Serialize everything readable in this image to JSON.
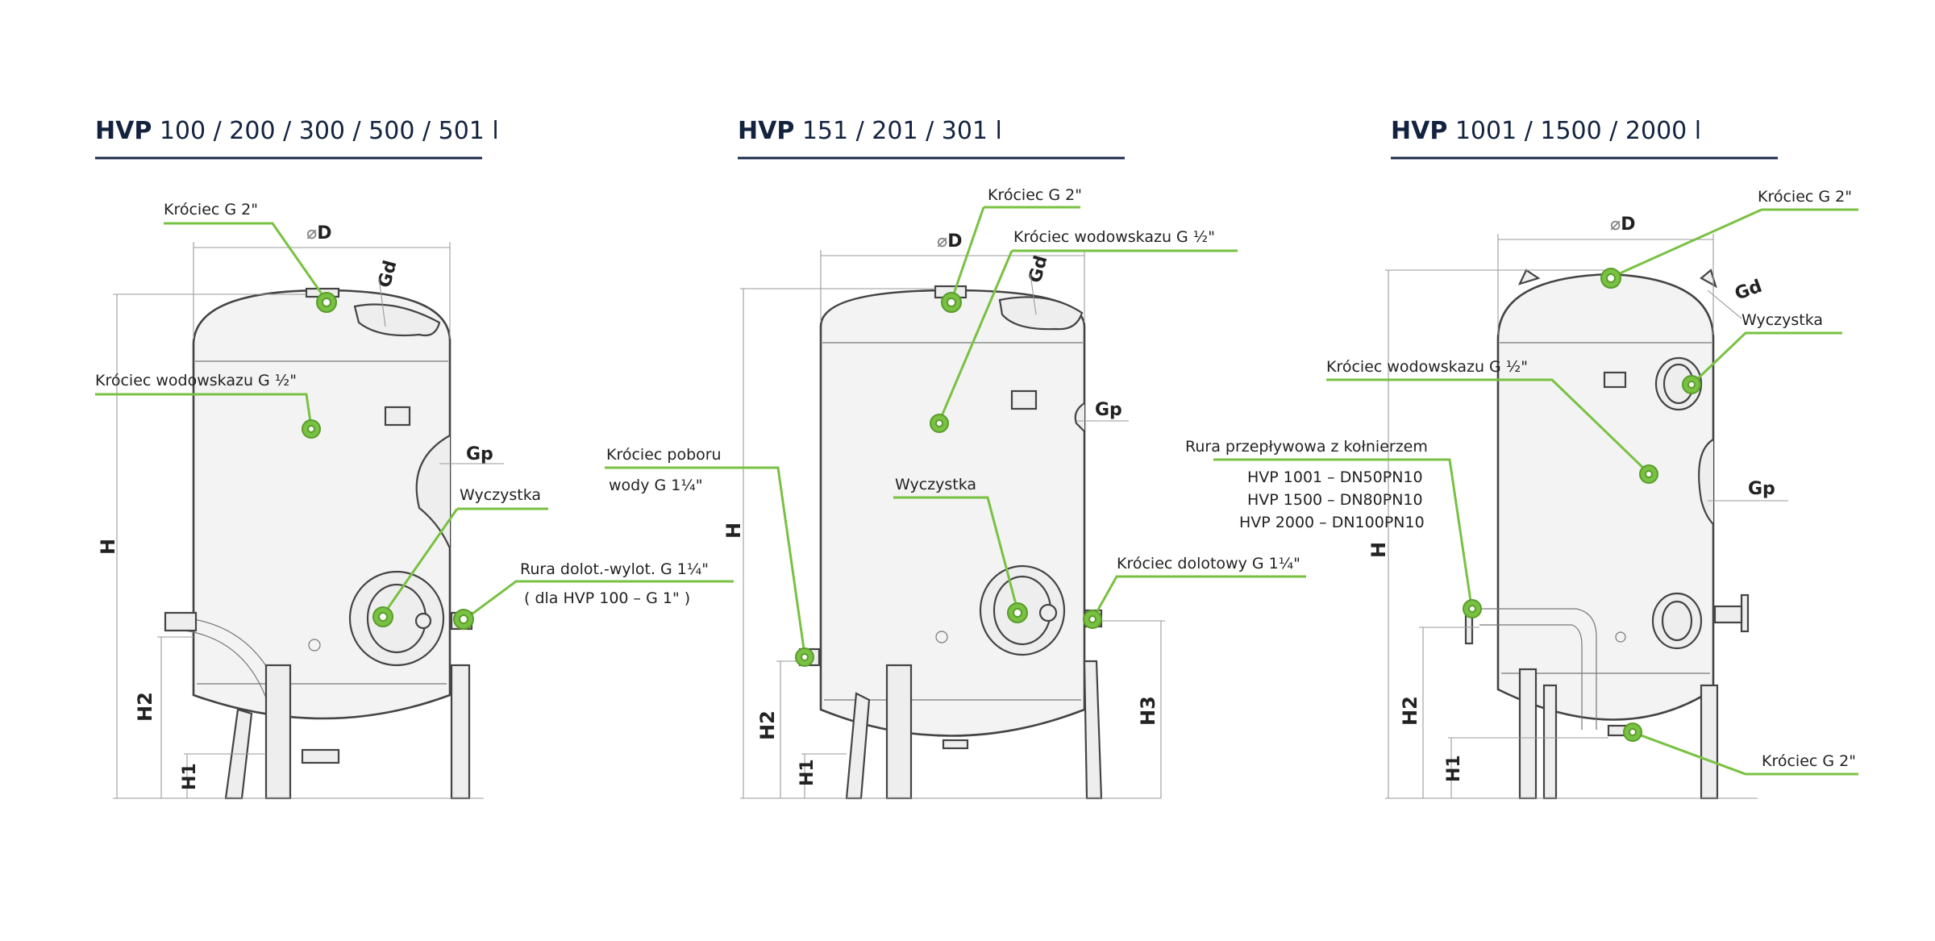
{
  "diagrams": [
    {
      "title_bold": "HVP",
      "title_rest": " 100 / 200 / 300 / 500 / 501 l",
      "dims": {
        "diameter": "D",
        "height": "H",
        "h1": "H1",
        "h2": "H2",
        "gd": "Gd",
        "gp": "Gp"
      },
      "callouts": {
        "top_socket": "Króciec  G 2\"",
        "gauge_socket": "Króciec wodowskazu G ½\"",
        "cleanout": "Wyczystka",
        "pipe_line1": "Rura dolot.-wylot.  G 1¼\"",
        "pipe_line2": "( dla HVP 100 – G 1\" )"
      }
    },
    {
      "title_bold": "HVP",
      "title_rest": " 151 / 201 / 301 l",
      "dims": {
        "diameter": "D",
        "height": "H",
        "h1": "H1",
        "h2": "H2",
        "h3": "H3",
        "gd": "Gd",
        "gp": "Gp"
      },
      "callouts": {
        "top_socket": "Króciec G 2\"",
        "gauge_socket": "Króciec wodowskazu G ½\"",
        "intake_line1": "Króciec poboru",
        "intake_line2": "wody G 1¼\"",
        "cleanout": "Wyczystka",
        "inlet": "Króciec dolotowy G 1¼\""
      }
    },
    {
      "title_bold": "HVP",
      "title_rest": " 1001 / 1500 / 2000 l",
      "dims": {
        "diameter": "D",
        "height": "H",
        "h1": "H1",
        "h2": "H2",
        "gd": "Gd",
        "gp": "Gp"
      },
      "callouts": {
        "top_socket": "Króciec G 2\"",
        "cleanout": "Wyczystka",
        "gauge_socket": "Króciec wodowskazu G ½\"",
        "flow_pipe": "Rura przepływowa z kołnierzem",
        "flow_1": "HVP 1001 – DN50PN10",
        "flow_2": "HVP 1500 – DN80PN10",
        "flow_3": "HVP 2000 – DN100PN10",
        "bottom_socket": "Króciec G 2\""
      }
    }
  ],
  "symbols": {
    "diameter_sign": "⌀"
  },
  "colors": {
    "leader": "#79c142",
    "title": "#13233f",
    "rule": "#1a2a4a",
    "outline": "#444444"
  }
}
